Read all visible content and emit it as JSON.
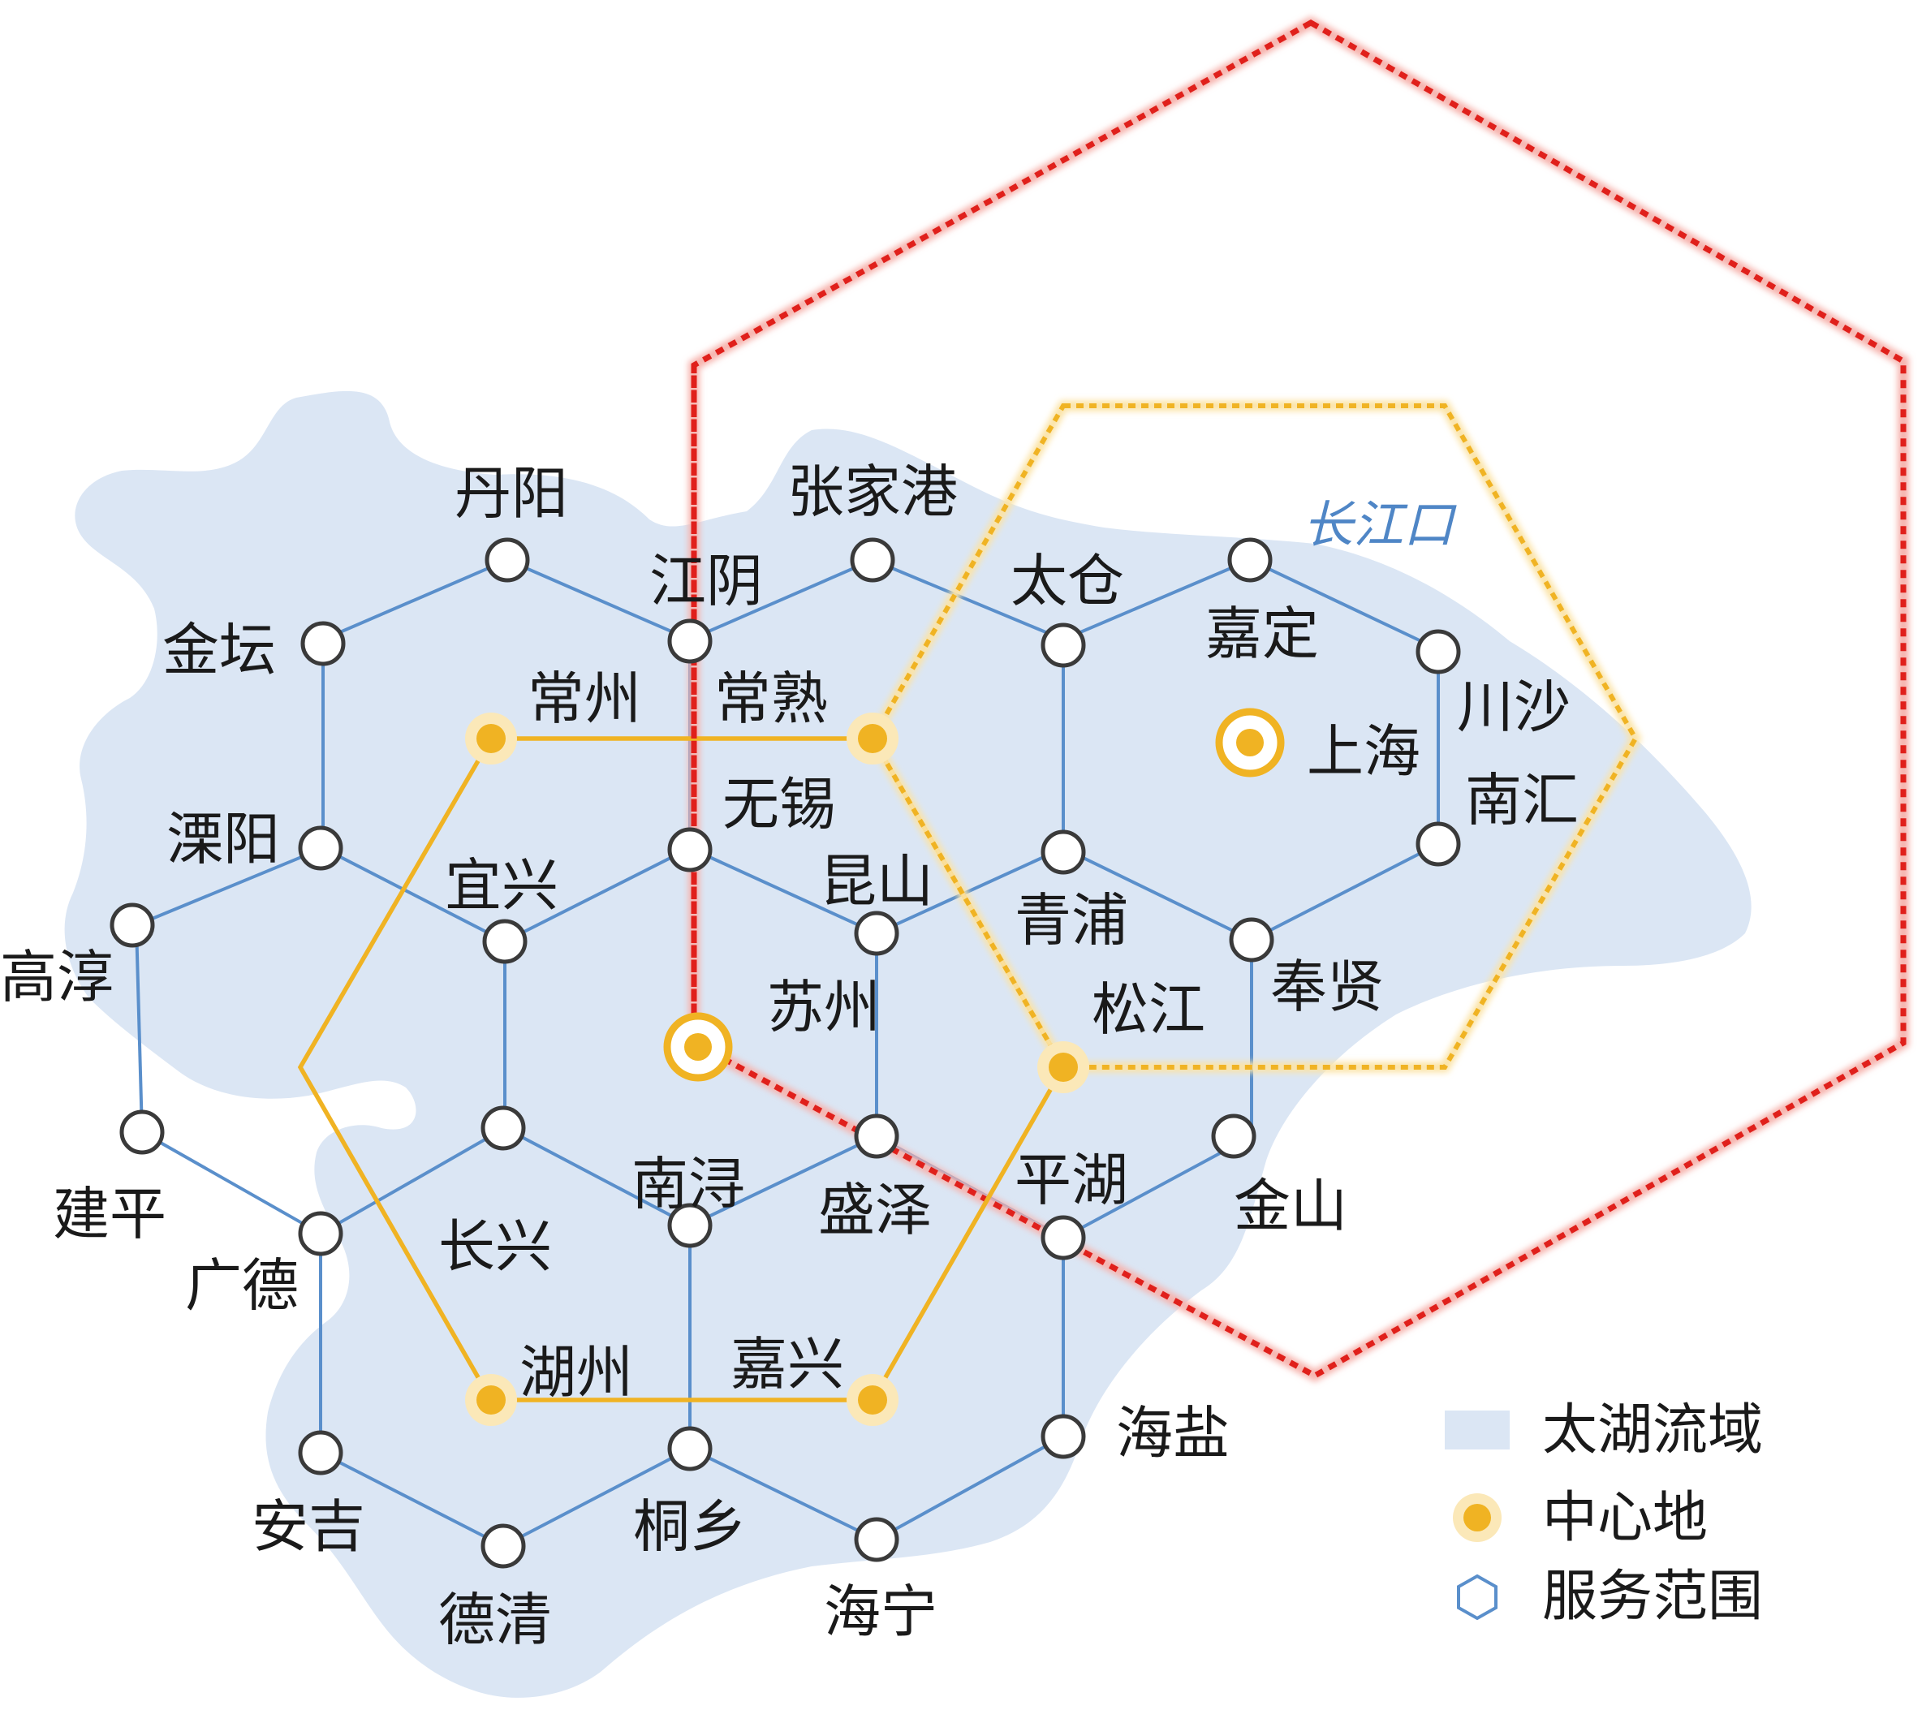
{
  "sea_label": "长江口",
  "cities": [
    {
      "name": "丹阳",
      "type": "node"
    },
    {
      "name": "张家港",
      "type": "node"
    },
    {
      "name": "江阴",
      "type": "node"
    },
    {
      "name": "太仓",
      "type": "node"
    },
    {
      "name": "嘉定",
      "type": "node"
    },
    {
      "name": "金坛",
      "type": "node"
    },
    {
      "name": "川沙",
      "type": "node"
    },
    {
      "name": "常州",
      "type": "center"
    },
    {
      "name": "常熟",
      "type": "center"
    },
    {
      "name": "上海",
      "type": "major-center"
    },
    {
      "name": "南汇",
      "type": "node"
    },
    {
      "name": "无锡",
      "type": "node"
    },
    {
      "name": "溧阳",
      "type": "node"
    },
    {
      "name": "宜兴",
      "type": "node"
    },
    {
      "name": "昆山",
      "type": "node"
    },
    {
      "name": "青浦",
      "type": "node"
    },
    {
      "name": "高淳",
      "type": "node"
    },
    {
      "name": "奉贤",
      "type": "node"
    },
    {
      "name": "苏州",
      "type": "major-center"
    },
    {
      "name": "松江",
      "type": "center"
    },
    {
      "name": "建平",
      "type": "node"
    },
    {
      "name": "南浔",
      "type": "node"
    },
    {
      "name": "平湖",
      "type": "node"
    },
    {
      "name": "金山",
      "type": "node"
    },
    {
      "name": "盛泽",
      "type": "node"
    },
    {
      "name": "长兴",
      "type": "node"
    },
    {
      "name": "广德",
      "type": "node"
    },
    {
      "name": "湖州",
      "type": "center"
    },
    {
      "name": "嘉兴",
      "type": "center"
    },
    {
      "name": "海盐",
      "type": "node"
    },
    {
      "name": "安吉",
      "type": "node"
    },
    {
      "name": "桐乡",
      "type": "node"
    },
    {
      "name": "德清",
      "type": "node"
    },
    {
      "name": "海宁",
      "type": "node"
    }
  ],
  "legend": {
    "basin": "太湖流域",
    "center": "中心地",
    "service": "服务范围"
  },
  "colors": {
    "basin": "#dbe6f4",
    "blue_network": "#5a8fcb",
    "yellow_hex": "#f0b323",
    "red_hex": "#e0201b",
    "center_fill": "#f0b323",
    "center_halo": "#fbe8b8"
  }
}
